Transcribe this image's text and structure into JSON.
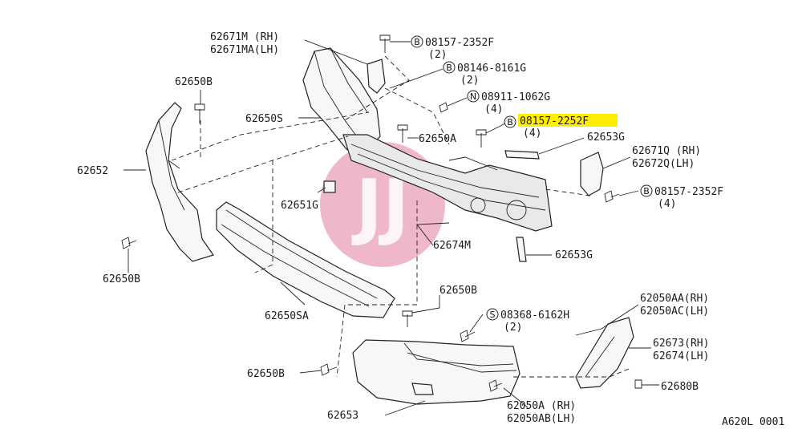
{
  "watermark": {
    "text": "JJ",
    "color": "#e8a0b8"
  },
  "highlight": {
    "color": "#ffee00"
  },
  "footer_code": "A620L 0001",
  "labels": {
    "p62671m": "62671M (RH)",
    "p62671ma": "62671MA(LH)",
    "p62650b_top": "62650B",
    "p62650s": "62650S",
    "p62652": "62652",
    "p62651g": "62651G",
    "p62650b_left": "62650B",
    "p62650sa": "62650SA",
    "p62650a": "62650A",
    "p62674m": "62674M",
    "p62653g_top": "62653G",
    "p62653g_bot": "62653G",
    "p62671q": "62671Q (RH)",
    "p62672q": "62672Q(LH)",
    "p62650b_mid": "62650B",
    "p62650b_low": "62650B",
    "p62653": "62653",
    "p62050a": "62050A (RH)",
    "p62050ab": "62050AB(LH)",
    "p62050aa": "62050AA(RH)",
    "p62050ac": "62050AC(LH)",
    "p62673": "62673(RH)",
    "p62674": "62674(LH)",
    "p62680b": "62680B"
  },
  "fasteners": [
    {
      "prefix": "B",
      "code": "08157-2352F",
      "qty": "(2)"
    },
    {
      "prefix": "B",
      "code": "08146-8161G",
      "qty": "(2)"
    },
    {
      "prefix": "N",
      "code": "08911-1062G",
      "qty": "(4)"
    },
    {
      "prefix": "B",
      "code": "08157-2252F",
      "qty": "(4)"
    },
    {
      "prefix": "B",
      "code": "08157-2352F",
      "qty": "(4)"
    },
    {
      "prefix": "S",
      "code": "08368-6162H",
      "qty": "(2)"
    }
  ]
}
